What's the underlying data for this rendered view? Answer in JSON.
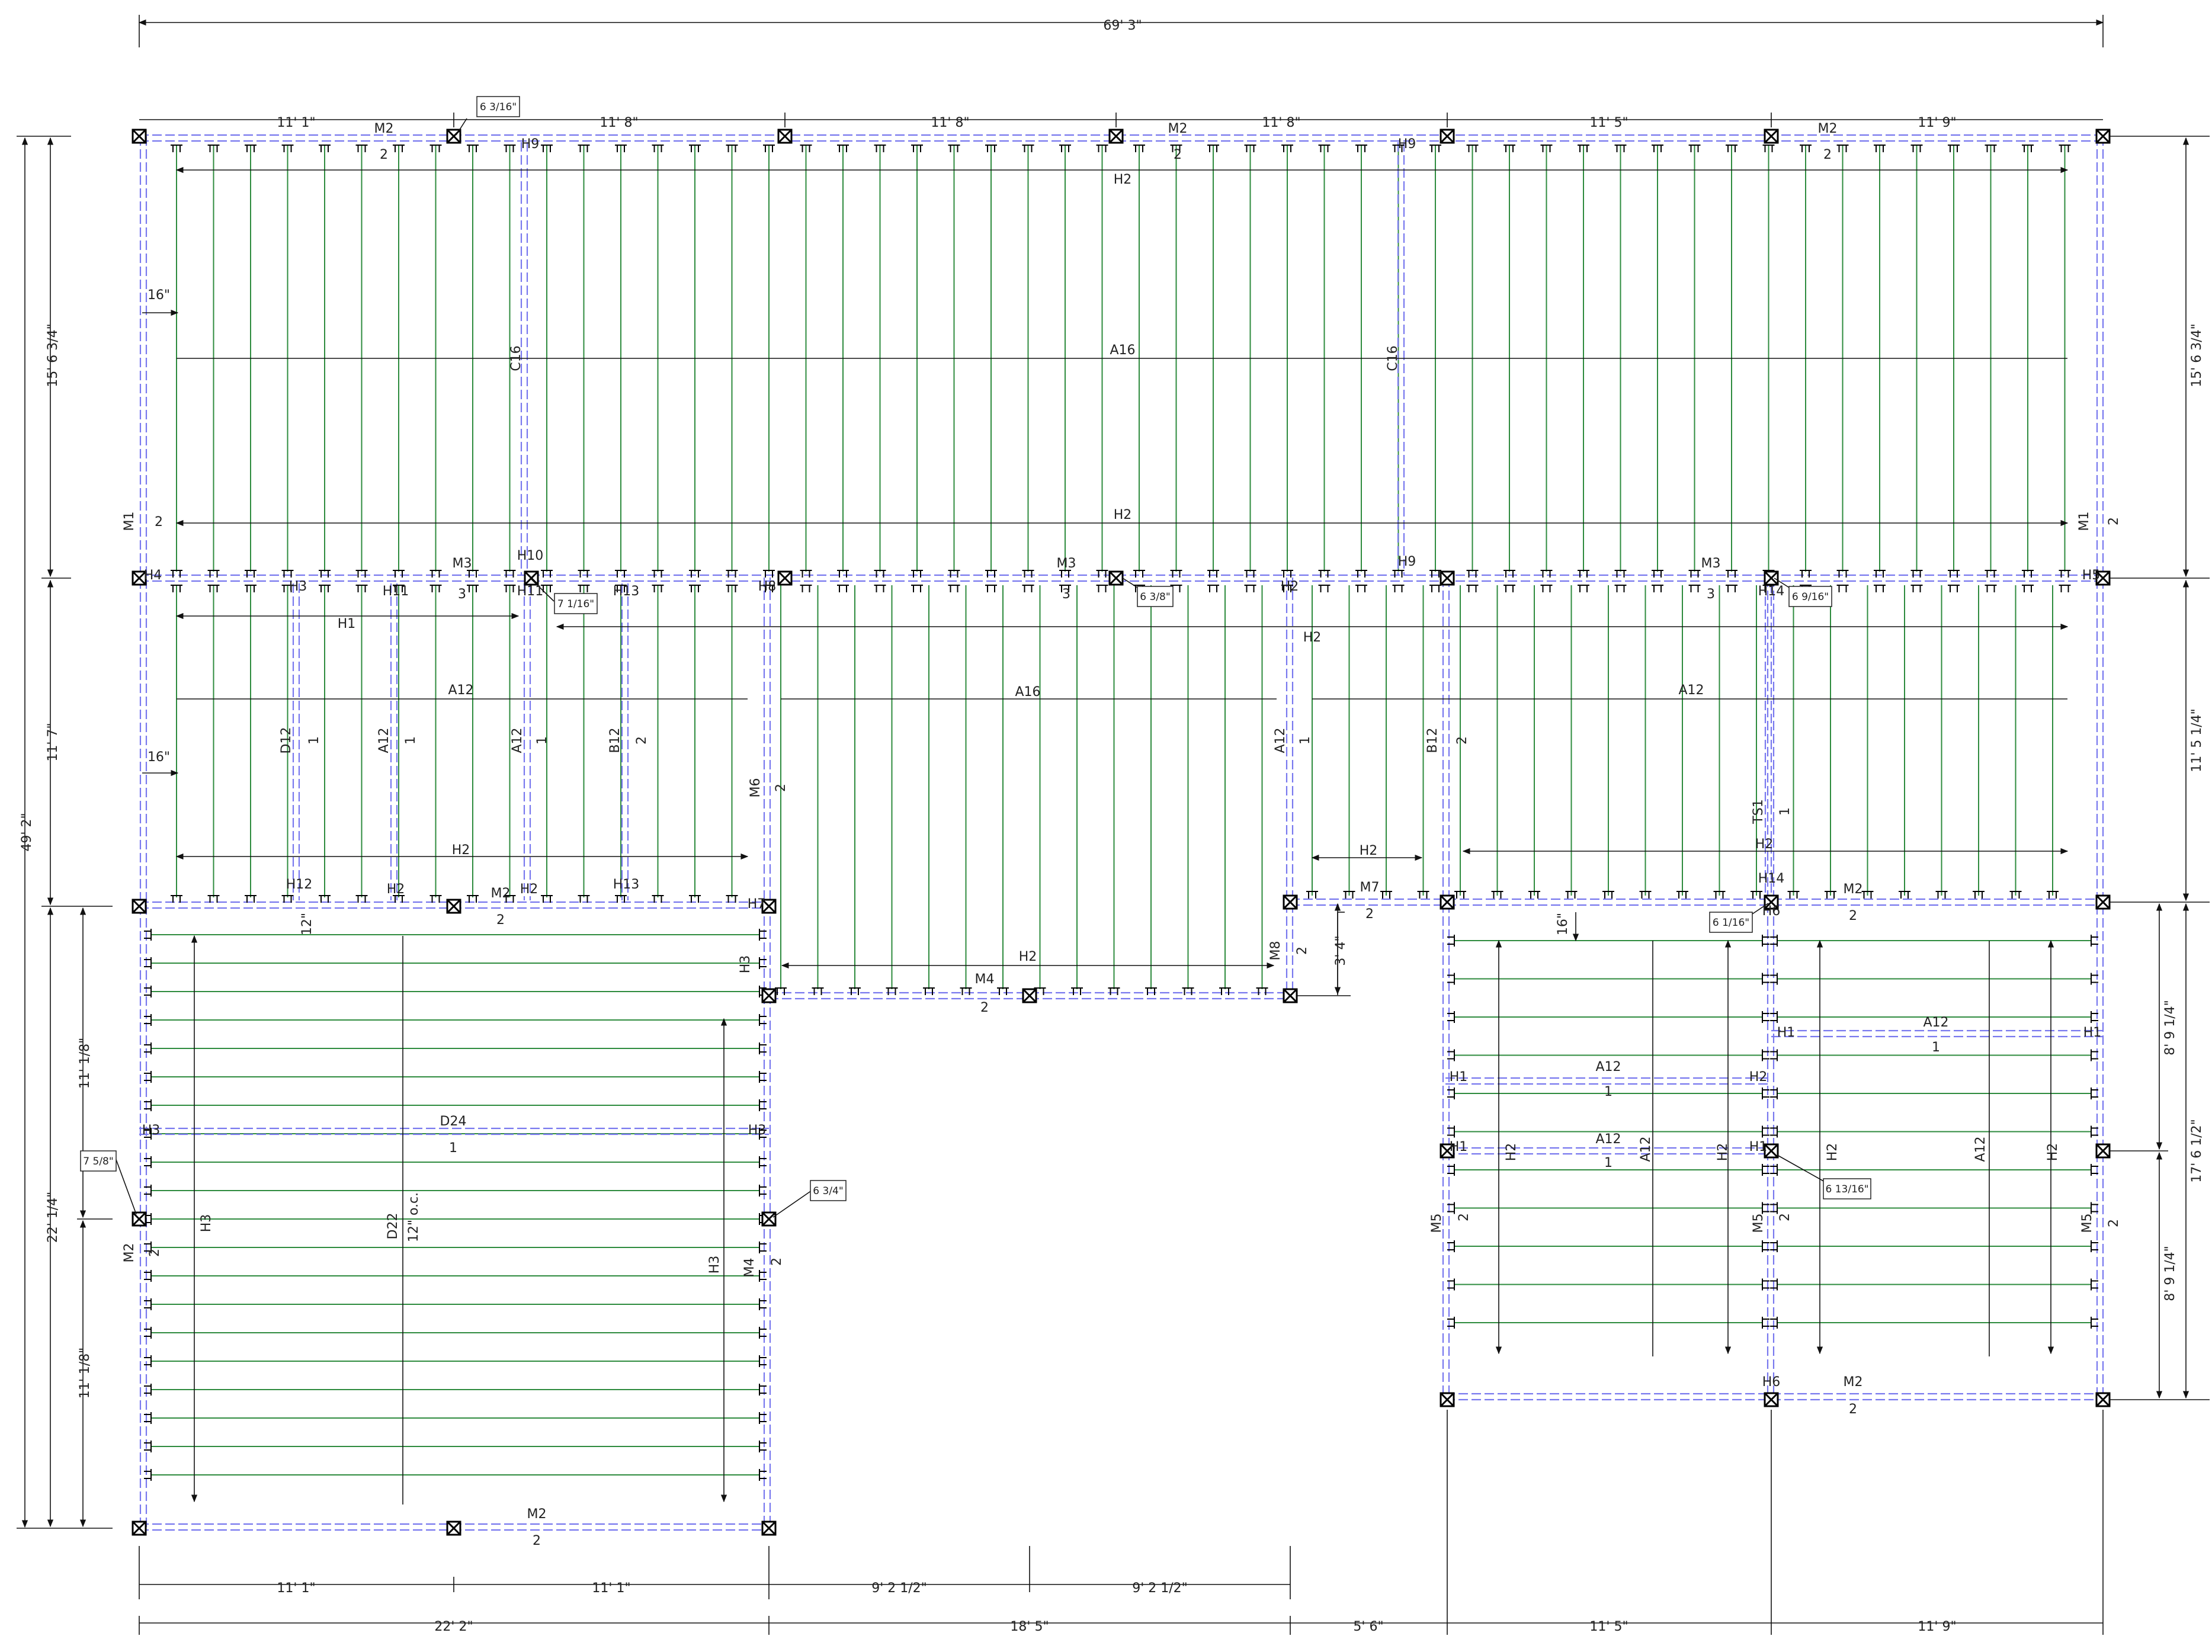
{
  "overall_top": "69' 3\"",
  "top_dims": [
    "11' 1\"",
    "11' 8\"",
    "11' 8\"",
    "11' 8\"",
    "11' 5\"",
    "11' 9\""
  ],
  "bottom_dims_row1": [
    "11' 1\"",
    "11' 1\"",
    "9' 2 1/2\"",
    "9' 2 1/2\""
  ],
  "bottom_dims_row2": [
    "22' 2\"",
    "18' 5\"",
    "5' 6\"",
    "11' 5\"",
    "11' 9\""
  ],
  "left_dims": {
    "total": "49' 2\"",
    "upper": "15' 6 3/4\"",
    "middle": "11' 7\"",
    "lower": "22' 1/4\"",
    "lower_a": "11' 1/8\"",
    "lower_b": "11' 1/8\""
  },
  "right_dims": {
    "upper": "15' 6 3/4\"",
    "middle": "11' 5 1/4\"",
    "lower": "17' 6 1/2\"",
    "lower_a": "8' 9 1/4\"",
    "lower_b": "8' 9 1/4\""
  },
  "inner_dims": {
    "spacing_16_top": "16\"",
    "spacing_16_mid": "16\"",
    "spacing_12": "12\"",
    "spacing_16_right": "16\"",
    "drop_3_4": "3' 4\""
  },
  "callouts": [
    "6 3/16\"",
    "7 1/16\"",
    "6 3/8\"",
    "6 9/16\"",
    "6 1/16\"",
    "7 5/8\"",
    "6 3/4\"",
    "6 13/16\""
  ],
  "beams": {
    "M1": "M1",
    "M2": "M2",
    "M3": "M3",
    "M4": "M4",
    "M5": "M5",
    "M6": "M6",
    "M7": "M7",
    "M8": "M8",
    "TS1": "TS1",
    "ply1": "1",
    "ply2": "2",
    "ply3": "3"
  },
  "hangers": {
    "H1": "H1",
    "H2": "H2",
    "H3": "H3",
    "H4": "H4",
    "H5": "H5",
    "H6": "H6",
    "H7": "H7",
    "H8": "H8",
    "H9": "H9",
    "H10": "H10",
    "H11": "H11",
    "H12": "H12",
    "H13": "H13",
    "H14": "H14"
  },
  "joists": {
    "A16": "A16",
    "A12": "A12",
    "B12": "B12",
    "C16": "C16",
    "D12": "D12",
    "D22": "D22",
    "D22_spacing": "12\" o.c.",
    "D24": "D24"
  }
}
